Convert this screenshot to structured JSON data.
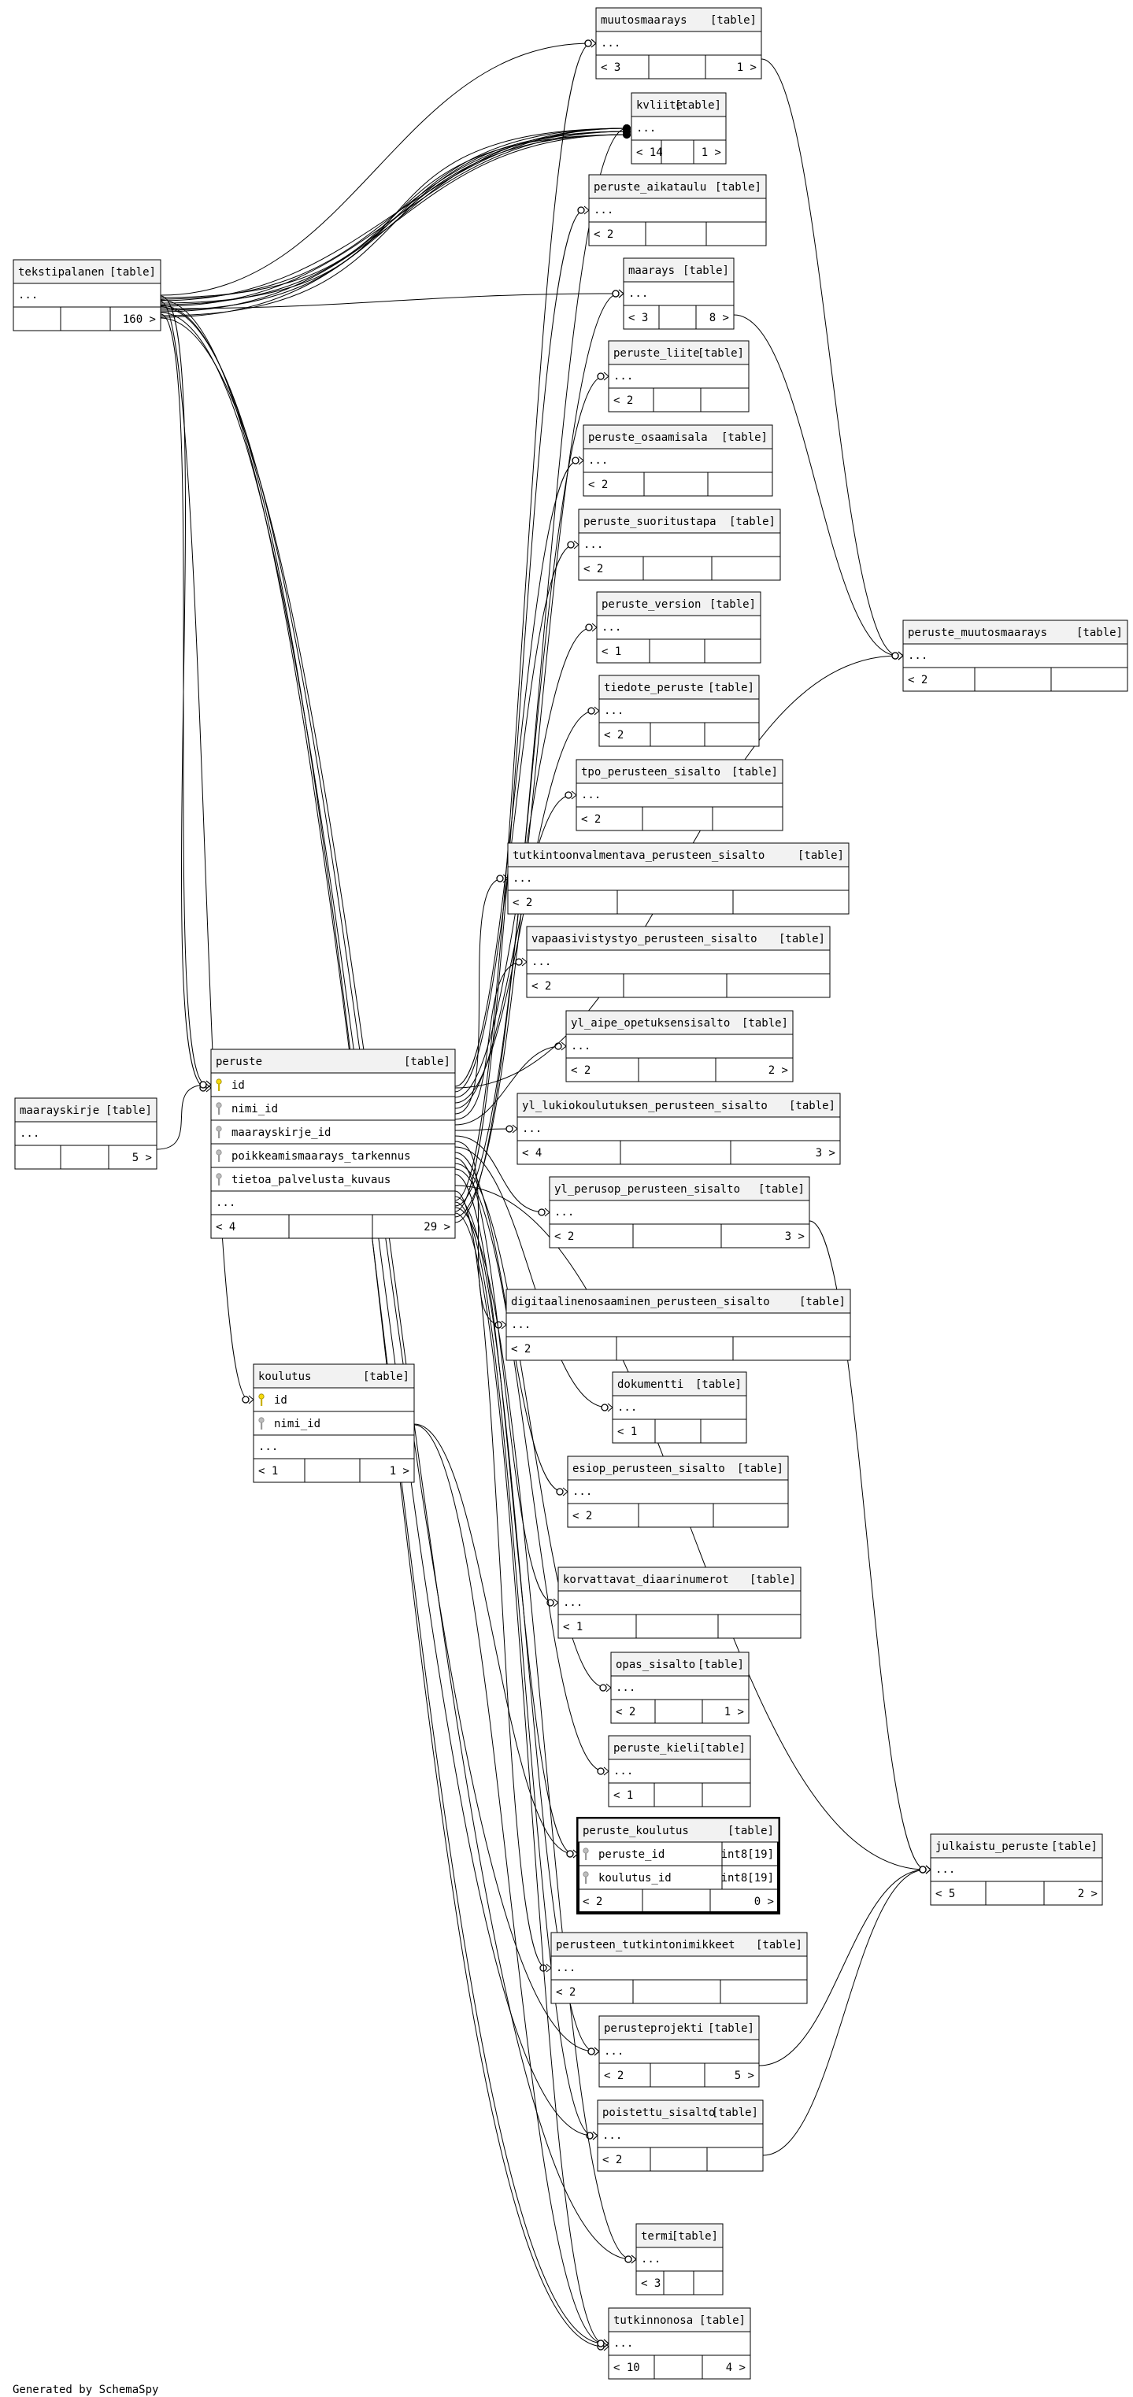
{
  "diagram": {
    "footer": "Generated by SchemaSpy",
    "tables": [
      {
        "id": "muutosmaarays",
        "name": "muutosmaarays",
        "tag": "[table]",
        "columns": [],
        "more": "...",
        "foot": [
          "< 3",
          "",
          "1 >"
        ]
      },
      {
        "id": "kvliite",
        "name": "kvliite",
        "tag": "[table]",
        "columns": [],
        "more": "...",
        "foot": [
          "< 14",
          "",
          "1 >"
        ]
      },
      {
        "id": "peruste_aikataulu",
        "name": "peruste_aikataulu",
        "tag": "[table]",
        "columns": [],
        "more": "...",
        "foot": [
          "< 2",
          "",
          ""
        ]
      },
      {
        "id": "tekstipalanen",
        "name": "tekstipalanen",
        "tag": "[table]",
        "columns": [],
        "more": "...",
        "foot": [
          "",
          "",
          "160 >"
        ]
      },
      {
        "id": "maarays",
        "name": "maarays",
        "tag": "[table]",
        "columns": [],
        "more": "...",
        "foot": [
          "< 3",
          "",
          "8 >"
        ]
      },
      {
        "id": "peruste_liite",
        "name": "peruste_liite",
        "tag": "[table]",
        "columns": [],
        "more": "...",
        "foot": [
          "< 2",
          "",
          ""
        ]
      },
      {
        "id": "peruste_osaamisala",
        "name": "peruste_osaamisala",
        "tag": "[table]",
        "columns": [],
        "more": "...",
        "foot": [
          "< 2",
          "",
          ""
        ]
      },
      {
        "id": "peruste_suoritustapa",
        "name": "peruste_suoritustapa",
        "tag": "[table]",
        "columns": [],
        "more": "...",
        "foot": [
          "< 2",
          "",
          ""
        ]
      },
      {
        "id": "peruste_version",
        "name": "peruste_version",
        "tag": "[table]",
        "columns": [],
        "more": "...",
        "foot": [
          "< 1",
          "",
          ""
        ]
      },
      {
        "id": "peruste_muutosmaarays",
        "name": "peruste_muutosmaarays",
        "tag": "[table]",
        "columns": [],
        "more": "...",
        "foot": [
          "< 2",
          "",
          ""
        ]
      },
      {
        "id": "tiedote_peruste",
        "name": "tiedote_peruste",
        "tag": "[table]",
        "columns": [],
        "more": "...",
        "foot": [
          "< 2",
          "",
          ""
        ]
      },
      {
        "id": "tpo_perusteen_sisalto",
        "name": "tpo_perusteen_sisalto",
        "tag": "[table]",
        "columns": [],
        "more": "...",
        "foot": [
          "< 2",
          "",
          ""
        ]
      },
      {
        "id": "tutkintoonvalmentava_perusteen_sisalto",
        "name": "tutkintoonvalmentava_perusteen_sisalto",
        "tag": "[table]",
        "columns": [],
        "more": "...",
        "foot": [
          "< 2",
          "",
          ""
        ]
      },
      {
        "id": "vapaasivistystyo_perusteen_sisalto",
        "name": "vapaasivistystyo_perusteen_sisalto",
        "tag": "[table]",
        "columns": [],
        "more": "...",
        "foot": [
          "< 2",
          "",
          ""
        ]
      },
      {
        "id": "yl_aipe_opetuksensisalto",
        "name": "yl_aipe_opetuksensisalto",
        "tag": "[table]",
        "columns": [],
        "more": "...",
        "foot": [
          "< 2",
          "",
          "2 >"
        ]
      },
      {
        "id": "maarayskirje",
        "name": "maarayskirje",
        "tag": "[table]",
        "columns": [],
        "more": "...",
        "foot": [
          "",
          "",
          "5 >"
        ]
      },
      {
        "id": "peruste",
        "name": "peruste",
        "tag": "[table]",
        "columns": [
          {
            "icon": "pk",
            "name": "id",
            "type": ""
          },
          {
            "icon": "fk",
            "name": "nimi_id",
            "type": ""
          },
          {
            "icon": "fk",
            "name": "maarayskirje_id",
            "type": ""
          },
          {
            "icon": "fk",
            "name": "poikkeamismaarays_tarkennus",
            "type": ""
          },
          {
            "icon": "fk",
            "name": "tietoa_palvelusta_kuvaus",
            "type": ""
          }
        ],
        "more": "...",
        "foot": [
          "< 4",
          "",
          "29 >"
        ]
      },
      {
        "id": "yl_lukiokoulutuksen_perusteen_sisalto",
        "name": "yl_lukiokoulutuksen_perusteen_sisalto",
        "tag": "[table]",
        "columns": [],
        "more": "...",
        "foot": [
          "< 4",
          "",
          "3 >"
        ]
      },
      {
        "id": "yl_perusop_perusteen_sisalto",
        "name": "yl_perusop_perusteen_sisalto",
        "tag": "[table]",
        "columns": [],
        "more": "...",
        "foot": [
          "< 2",
          "",
          "3 >"
        ]
      },
      {
        "id": "digitaalinenosaaminen_perusteen_sisalto",
        "name": "digitaalinenosaaminen_perusteen_sisalto",
        "tag": "[table]",
        "columns": [],
        "more": "...",
        "foot": [
          "< 2",
          "",
          ""
        ]
      },
      {
        "id": "koulutus",
        "name": "koulutus",
        "tag": "[table]",
        "columns": [
          {
            "icon": "pk",
            "name": "id",
            "type": ""
          },
          {
            "icon": "fk",
            "name": "nimi_id",
            "type": ""
          }
        ],
        "more": "...",
        "foot": [
          "< 1",
          "",
          "1 >"
        ]
      },
      {
        "id": "dokumentti",
        "name": "dokumentti",
        "tag": "[table]",
        "columns": [],
        "more": "...",
        "foot": [
          "< 1",
          "",
          ""
        ]
      },
      {
        "id": "esiop_perusteen_sisalto",
        "name": "esiop_perusteen_sisalto",
        "tag": "[table]",
        "columns": [],
        "more": "...",
        "foot": [
          "< 2",
          "",
          ""
        ]
      },
      {
        "id": "korvattavat_diaarinumerot",
        "name": "korvattavat_diaarinumerot",
        "tag": "[table]",
        "columns": [],
        "more": "...",
        "foot": [
          "< 1",
          "",
          ""
        ]
      },
      {
        "id": "opas_sisalto",
        "name": "opas_sisalto",
        "tag": "[table]",
        "columns": [],
        "more": "...",
        "foot": [
          "< 2",
          "",
          "1 >"
        ]
      },
      {
        "id": "peruste_kieli",
        "name": "peruste_kieli",
        "tag": "[table]",
        "columns": [],
        "more": "...",
        "foot": [
          "< 1",
          "",
          ""
        ]
      },
      {
        "id": "peruste_koulutus",
        "name": "peruste_koulutus",
        "tag": "[table]",
        "columns": [
          {
            "icon": "fk",
            "name": "peruste_id",
            "type": "int8[19]"
          },
          {
            "icon": "fk",
            "name": "koulutus_id",
            "type": "int8[19]"
          }
        ],
        "more": "",
        "foot": [
          "< 2",
          "",
          "0 >"
        ]
      },
      {
        "id": "julkaistu_peruste",
        "name": "julkaistu_peruste",
        "tag": "[table]",
        "columns": [],
        "more": "...",
        "foot": [
          "< 5",
          "",
          "2 >"
        ]
      },
      {
        "id": "perusteen_tutkintonimikkeet",
        "name": "perusteen_tutkintonimikkeet",
        "tag": "[table]",
        "columns": [],
        "more": "...",
        "foot": [
          "< 2",
          "",
          ""
        ]
      },
      {
        "id": "perusteprojekti",
        "name": "perusteprojekti",
        "tag": "[table]",
        "columns": [],
        "more": "...",
        "foot": [
          "< 2",
          "",
          "5 >"
        ]
      },
      {
        "id": "poistettu_sisalto",
        "name": "poistettu_sisalto",
        "tag": "[table]",
        "columns": [],
        "more": "...",
        "foot": [
          "< 2",
          "",
          ""
        ]
      },
      {
        "id": "termi",
        "name": "termi",
        "tag": "[table]",
        "columns": [],
        "more": "...",
        "foot": [
          "< 3",
          "",
          ""
        ]
      },
      {
        "id": "tutkinnonosa",
        "name": "tutkinnonosa",
        "tag": "[table]",
        "columns": [],
        "more": "...",
        "foot": [
          "< 10",
          "",
          "4 >"
        ]
      }
    ],
    "edges": [
      [
        "tekstipalanen",
        "muutosmaarays"
      ],
      [
        "tekstipalanen",
        "kvliite"
      ],
      [
        "tekstipalanen",
        "kvliite"
      ],
      [
        "tekstipalanen",
        "kvliite"
      ],
      [
        "tekstipalanen",
        "kvliite"
      ],
      [
        "tekstipalanen",
        "kvliite"
      ],
      [
        "tekstipalanen",
        "kvliite"
      ],
      [
        "tekstipalanen",
        "kvliite"
      ],
      [
        "tekstipalanen",
        "kvliite"
      ],
      [
        "tekstipalanen",
        "kvliite"
      ],
      [
        "tekstipalanen",
        "kvliite"
      ],
      [
        "tekstipalanen",
        "maarays"
      ],
      [
        "tekstipalanen",
        "peruste"
      ],
      [
        "tekstipalanen",
        "peruste"
      ],
      [
        "tekstipalanen",
        "koulutus"
      ],
      [
        "tekstipalanen",
        "perusteprojekti"
      ],
      [
        "tekstipalanen",
        "poistettu_sisalto"
      ],
      [
        "tekstipalanen",
        "termi"
      ],
      [
        "tekstipalanen",
        "tutkinnonosa"
      ],
      [
        "tekstipalanen",
        "tutkinnonosa"
      ],
      [
        "maarayskirje",
        "peruste"
      ],
      [
        "peruste",
        "muutosmaarays"
      ],
      [
        "peruste",
        "kvliite"
      ],
      [
        "peruste",
        "peruste_aikataulu"
      ],
      [
        "peruste",
        "maarays"
      ],
      [
        "peruste",
        "peruste_liite"
      ],
      [
        "peruste",
        "peruste_osaamisala"
      ],
      [
        "peruste",
        "peruste_suoritustapa"
      ],
      [
        "peruste",
        "peruste_version"
      ],
      [
        "peruste",
        "tiedote_peruste"
      ],
      [
        "peruste",
        "tpo_perusteen_sisalto"
      ],
      [
        "peruste",
        "tutkintoonvalmentava_perusteen_sisalto"
      ],
      [
        "peruste",
        "vapaasivistystyo_perusteen_sisalto"
      ],
      [
        "peruste",
        "yl_aipe_opetuksensisalto"
      ],
      [
        "peruste",
        "yl_lukiokoulutuksen_perusteen_sisalto"
      ],
      [
        "peruste",
        "yl_perusop_perusteen_sisalto"
      ],
      [
        "peruste",
        "digitaalinenosaaminen_perusteen_sisalto"
      ],
      [
        "peruste",
        "dokumentti"
      ],
      [
        "peruste",
        "esiop_perusteen_sisalto"
      ],
      [
        "peruste",
        "korvattavat_diaarinumerot"
      ],
      [
        "peruste",
        "opas_sisalto"
      ],
      [
        "peruste",
        "peruste_kieli"
      ],
      [
        "peruste",
        "peruste_koulutus"
      ],
      [
        "koulutus",
        "peruste_koulutus"
      ],
      [
        "peruste",
        "julkaistu_peruste"
      ],
      [
        "peruste",
        "perusteen_tutkintonimikkeet"
      ],
      [
        "peruste",
        "perusteprojekti"
      ],
      [
        "peruste",
        "poistettu_sisalto"
      ],
      [
        "peruste",
        "termi"
      ],
      [
        "peruste",
        "tutkinnonosa"
      ],
      [
        "muutosmaarays",
        "peruste_muutosmaarays"
      ],
      [
        "maarays",
        "peruste_muutosmaarays"
      ],
      [
        "peruste",
        "peruste_muutosmaarays"
      ],
      [
        "yl_perusop_perusteen_sisalto",
        "julkaistu_peruste"
      ],
      [
        "perusteprojekti",
        "julkaistu_peruste"
      ],
      [
        "poistettu_sisalto",
        "julkaistu_peruste"
      ],
      [
        "koulutus",
        "tutkinnonosa"
      ]
    ]
  }
}
